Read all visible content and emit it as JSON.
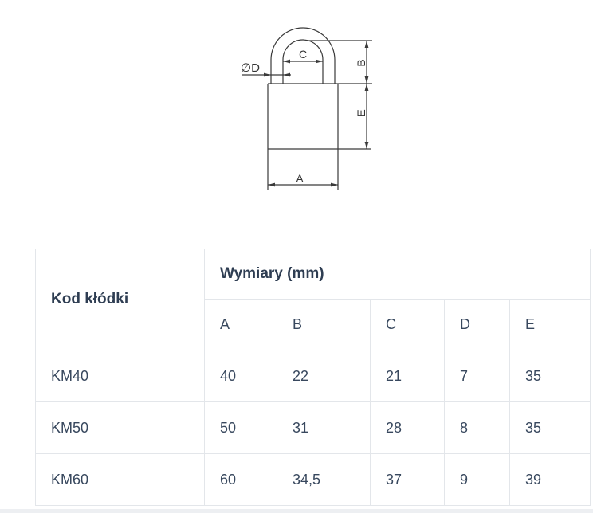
{
  "diagram": {
    "dimension_labels": {
      "a": "A",
      "b": "B",
      "c": "C",
      "d": "∅D",
      "e": "E"
    }
  },
  "table": {
    "code_header": "Kod kłódki",
    "dimensions_header": "Wymiary (mm)",
    "dim_columns": [
      "A",
      "B",
      "C",
      "D",
      "E"
    ],
    "rows": [
      {
        "code": "KM40",
        "values": [
          "40",
          "22",
          "21",
          "7",
          "35"
        ]
      },
      {
        "code": "KM50",
        "values": [
          "50",
          "31",
          "28",
          "8",
          "35"
        ]
      },
      {
        "code": "KM60",
        "values": [
          "60",
          "34,5",
          "37",
          "9",
          "39"
        ]
      }
    ]
  },
  "colors": {
    "table_text": "#38485e",
    "table_border": "#e3e6ea",
    "diagram_line": "#3a3a3a"
  }
}
